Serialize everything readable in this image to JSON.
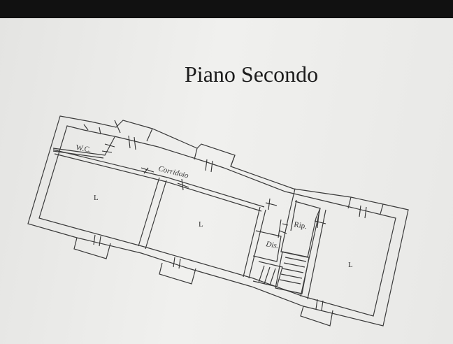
{
  "title": "Piano Secondo",
  "rooms": {
    "wc": "W.C.",
    "corridor": "Corridoio",
    "room1": "L",
    "room2": "L",
    "room3": "L",
    "storage": "Rip.",
    "dis": "Dis."
  },
  "colors": {
    "line": "#3a3a3a",
    "background": "#ececea",
    "bezel": "#111111"
  }
}
